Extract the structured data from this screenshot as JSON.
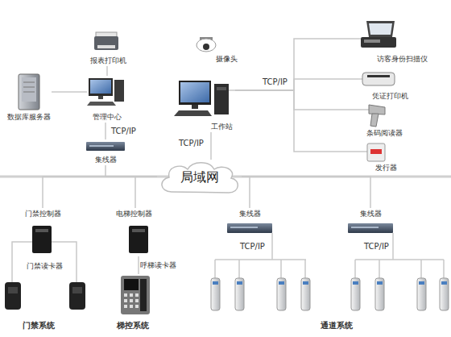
{
  "diagram": {
    "nodes": [
      {
        "text": [
          "报表打印机"
        ]
      },
      {
        "text": [
          "数据库服务器"
        ]
      },
      {
        "text": [
          "管理中心"
        ]
      },
      {
        "text": [
          "集线器"
        ]
      },
      {
        "text": [
          "摄像头"
        ]
      },
      {
        "text": [
          "工作站"
        ]
      },
      {
        "text": [
          "局域网"
        ]
      },
      {
        "text": [
          "访客身份扫描仪"
        ]
      },
      {
        "text": [
          "凭证打印机"
        ]
      },
      {
        "text": [
          "条码阅读器"
        ]
      },
      {
        "text": [
          "发行器"
        ]
      },
      {
        "text": [
          "门禁控制器"
        ]
      },
      {
        "text": [
          "门禁读卡器"
        ]
      },
      {
        "text": [
          "电梯控制器"
        ]
      },
      {
        "text": [
          "呼梯读卡器"
        ]
      },
      {
        "text": [
          "集线器"
        ]
      },
      {
        "text": [
          "集线器"
        ]
      }
    ],
    "edges": [
      {
        "from": 0,
        "to": 2,
        "arrow": "none"
      },
      {
        "from": 1,
        "to": 2,
        "arrow": "none"
      },
      {
        "from": 2,
        "to": 3,
        "arrow": "none"
      },
      {
        "from": 3,
        "to": 6,
        "arrow": "none"
      },
      {
        "from": 5,
        "to": 6,
        "arrow": "none"
      },
      {
        "from": 5,
        "to": 7,
        "arrow": "none"
      },
      {
        "from": 5,
        "to": 8,
        "arrow": "none"
      },
      {
        "from": 5,
        "to": 9,
        "arrow": "none"
      },
      {
        "from": 5,
        "to": 10,
        "arrow": "none"
      },
      {
        "from": 11,
        "to": 6,
        "arrow": "none"
      },
      {
        "from": 11,
        "to": 12,
        "arrow": "none"
      },
      {
        "from": 13,
        "to": 6,
        "arrow": "none"
      },
      {
        "from": 13,
        "to": 14,
        "arrow": "none"
      },
      {
        "from": 15,
        "to": 6,
        "arrow": "none"
      },
      {
        "from": 16,
        "to": 6,
        "arrow": "none"
      }
    ],
    "labels": [
      "TCP/IP",
      "TCP/IP",
      "TCP/IP",
      "TCP/IP",
      "TCP/IP",
      "门禁系统",
      "梯控系统",
      "通道系统"
    ]
  }
}
